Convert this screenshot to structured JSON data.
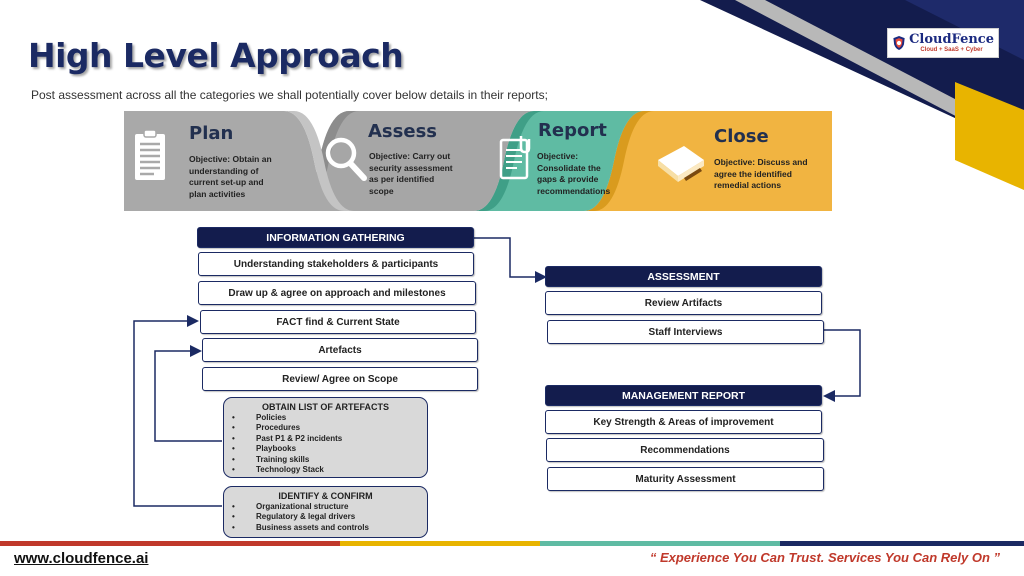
{
  "header": {
    "title": "High Level Approach",
    "subtitle": "Post assessment across all the categories we shall potentially cover below details in their reports;"
  },
  "logo": {
    "name": "CloudFence",
    "tagline": "Cloud + SaaS + Cyber",
    "icon": "shield-icon"
  },
  "colors": {
    "navy": "#131c4d",
    "plan": "#a9a9a9",
    "assess": "#a6a6a6",
    "report": "#5fbba3",
    "close": "#f1b441",
    "gold": "#e8b400",
    "tagline": "#c0392b"
  },
  "phases": [
    {
      "title": "Plan",
      "objective": [
        "Objective: Obtain an",
        "understanding of",
        "current  set-up and",
        "plan activities"
      ],
      "icon": "clipboard-icon"
    },
    {
      "title": "Assess",
      "objective": [
        "Objective: Carry out",
        "security assessment",
        "as per identified",
        "scope"
      ],
      "icon": "magnifier-icon"
    },
    {
      "title": "Report",
      "objective": [
        "Objective:",
        "Consolidate the",
        "gaps  & provide",
        "recommendations"
      ],
      "icon": "document-clip-icon"
    },
    {
      "title": "Close",
      "objective": [
        "Objective: Discuss and",
        "agree the identified",
        "remedial actions"
      ],
      "icon": "book-pen-icon"
    }
  ],
  "gathering": {
    "header": "INFORMATION GATHERING",
    "items": [
      "Understanding stakeholders & participants",
      "Draw up & agree on approach and milestones",
      "FACT find & Current State",
      "Artefacts",
      "Review/ Agree on Scope"
    ]
  },
  "artefacts_panel": {
    "title": "OBTAIN LIST OF ARTEFACTS",
    "bullet": "•",
    "items": [
      "Policies",
      "Procedures",
      "Past P1 & P2 incidents",
      "Playbooks",
      "Training skills",
      "Technology Stack"
    ]
  },
  "identify_panel": {
    "title": "IDENTIFY & CONFIRM",
    "bullet": "•",
    "items": [
      "Organizational structure",
      "Regulatory & legal drivers",
      "Business assets and controls"
    ]
  },
  "assessment": {
    "header": "ASSESSMENT",
    "items": [
      "Review Artifacts",
      "Staff Interviews"
    ]
  },
  "management": {
    "header": "MANAGEMENT REPORT",
    "items": [
      "Key Strength & Areas of improvement",
      "Recommendations",
      "Maturity Assessment"
    ]
  },
  "footer": {
    "url": "www.cloudfence.ai",
    "tagline": "“ Experience You Can Trust. Services You Can Rely On ”"
  }
}
